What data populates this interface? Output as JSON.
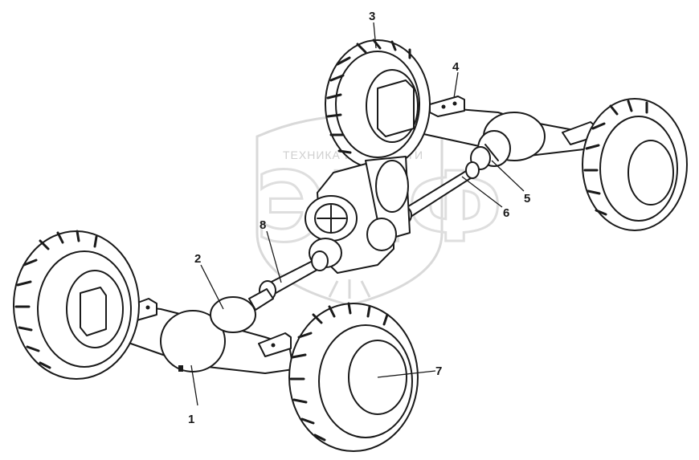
{
  "watermark": {
    "arc_text": "ТЕХНИКА И ЗАПЧАСТИ",
    "logo_text": "ЭПФ"
  },
  "callouts": [
    {
      "id": "1",
      "label": "1"
    },
    {
      "id": "2",
      "label": "2"
    },
    {
      "id": "3",
      "label": "3"
    },
    {
      "id": "4",
      "label": "4"
    },
    {
      "id": "5",
      "label": "5"
    },
    {
      "id": "6",
      "label": "6"
    },
    {
      "id": "7",
      "label": "7"
    },
    {
      "id": "8",
      "label": "8"
    }
  ]
}
